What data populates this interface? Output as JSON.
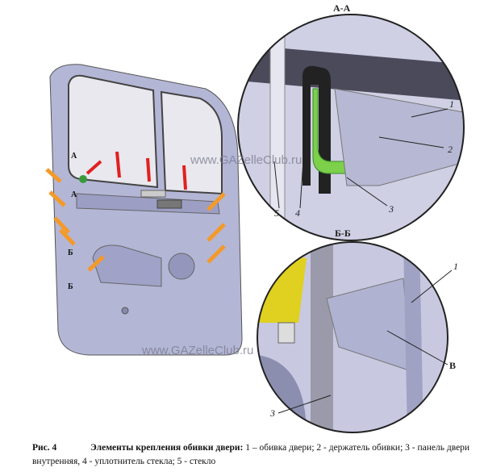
{
  "sections": {
    "a": "А-А",
    "b": "Б-Б"
  },
  "door_labels": {
    "a_top": "А",
    "a_bottom": "А",
    "b_top": "Б",
    "b_bottom": "Б"
  },
  "callouts_a": [
    "1",
    "2",
    "3",
    "4",
    "5"
  ],
  "callouts_b": {
    "one": "1",
    "b": "В",
    "three": "3"
  },
  "watermark": "www.GAZelleClub.ru",
  "caption": {
    "fig": "Рис. 4",
    "title": "Элементы крепления обивки двери:",
    "text": "1 – обивка двери; 2 - держатель обивки; 3 - панель двери внутренняя, 4 - уплотнитель стекла; 5 - стекло"
  }
}
